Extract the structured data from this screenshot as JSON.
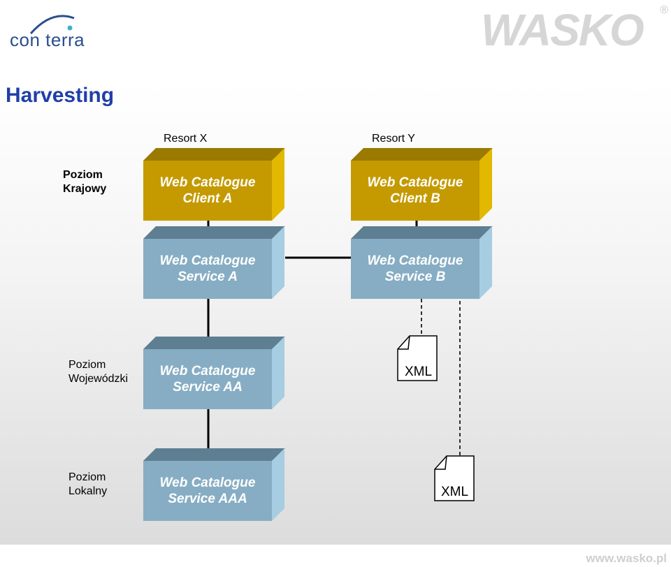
{
  "header": {
    "left_logo_text": "con terra",
    "right_logo_text": "WASKO",
    "right_logo_mark": "®",
    "title": "Harvesting"
  },
  "resorts": [
    "Resort X",
    "Resort Y"
  ],
  "levels": {
    "krajowy": [
      "Poziom",
      "Krajowy"
    ],
    "wojewodzki": [
      "Poziom",
      "Wojewódzki"
    ],
    "lokalny": [
      "Poziom",
      "Lokalny"
    ]
  },
  "boxes": {
    "client_a": [
      "Web Catalogue",
      "Client A"
    ],
    "client_b": [
      "Web Catalogue",
      "Client B"
    ],
    "service_a": [
      "Web Catalogue",
      "Service A"
    ],
    "service_b": [
      "Web Catalogue",
      "Service B"
    ],
    "service_aa": [
      "Web Catalogue",
      "Service AA"
    ],
    "service_aaa": [
      "Web Catalogue",
      "Service AAA"
    ]
  },
  "documents": [
    "XML",
    "XML"
  ],
  "footer": "www.wasko.pl",
  "colors": {
    "title": "#1f3fa8",
    "client_box": "#c49a00",
    "service_box": "#86adc3",
    "connector": "#000000"
  },
  "icons": [
    "conterra-logo-arc-icon",
    "xml-document-icon"
  ]
}
